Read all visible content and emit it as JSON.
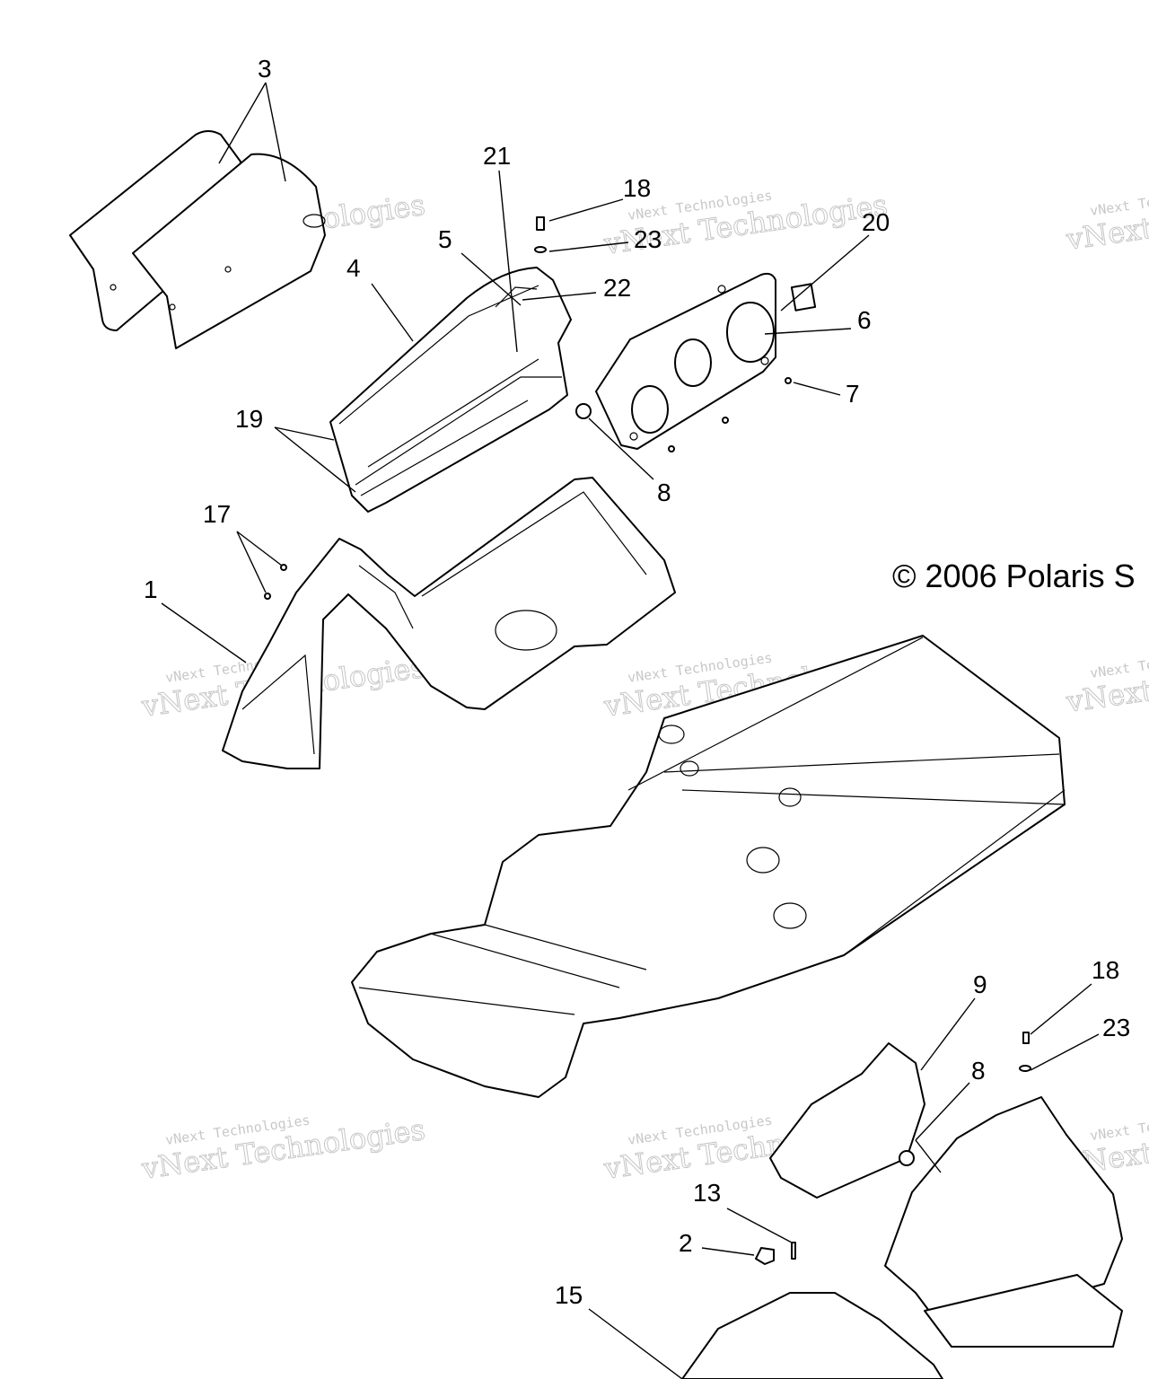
{
  "diagram": {
    "copyright": "© 2006 Polaris S",
    "callouts": [
      {
        "id": "c3",
        "text": "3"
      },
      {
        "id": "c21",
        "text": "21"
      },
      {
        "id": "c18a",
        "text": "18"
      },
      {
        "id": "c23a",
        "text": "23"
      },
      {
        "id": "c20",
        "text": "20"
      },
      {
        "id": "c5",
        "text": "5"
      },
      {
        "id": "c4",
        "text": "4"
      },
      {
        "id": "c22",
        "text": "22"
      },
      {
        "id": "c6",
        "text": "6"
      },
      {
        "id": "c7",
        "text": "7"
      },
      {
        "id": "c19",
        "text": "19"
      },
      {
        "id": "c8a",
        "text": "8"
      },
      {
        "id": "c17",
        "text": "17"
      },
      {
        "id": "c1",
        "text": "1"
      },
      {
        "id": "c9",
        "text": "9"
      },
      {
        "id": "c18b",
        "text": "18"
      },
      {
        "id": "c23b",
        "text": "23"
      },
      {
        "id": "c8b",
        "text": "8"
      },
      {
        "id": "c13",
        "text": "13"
      },
      {
        "id": "c2",
        "text": "2"
      },
      {
        "id": "c15",
        "text": "15"
      }
    ],
    "watermark": {
      "line1": "vNext Technologies",
      "line2": "vNext Technologies",
      "line3": "vNext Te"
    }
  }
}
